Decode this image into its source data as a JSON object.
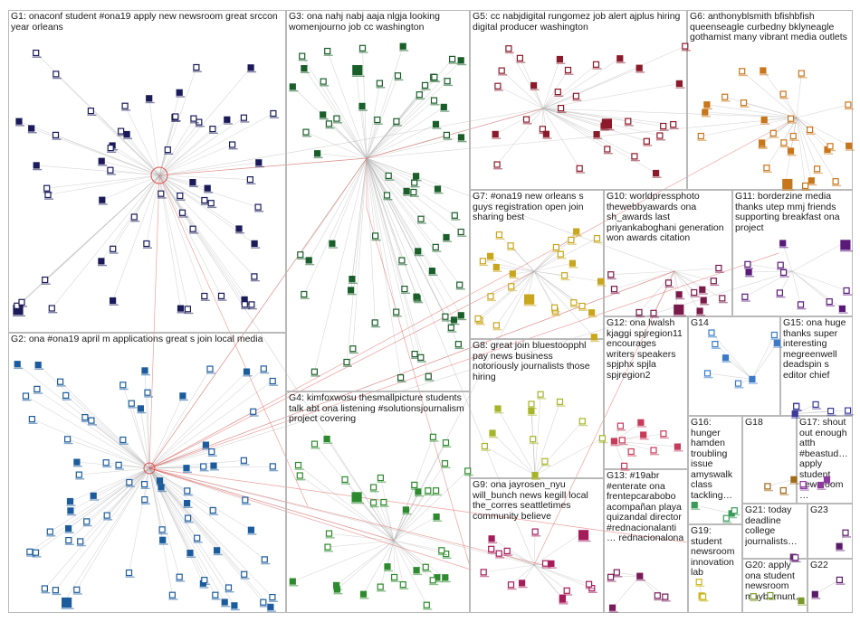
{
  "graph": {
    "background": "#ffffff",
    "edge_color": "#b8b8b8",
    "highlight_edge_color": "#e0524f",
    "groups": [
      {
        "id": "G1",
        "label": "G1: onaconf student #ona19 apply new newsroom great srccon year orleans",
        "color": "#1b1b5a",
        "count": 62
      },
      {
        "id": "G2",
        "label": "G2: ona #ona19 april m applications great s join local media",
        "color": "#1d5c9c",
        "count": 78
      },
      {
        "id": "G3",
        "label": "G3: ona nahj nabj aaja nlgja looking womenjourno job cc washington",
        "color": "#1a5e2a",
        "count": 70
      },
      {
        "id": "G4",
        "label": "G4: kimfoxwosu thesmallpicture students talk abt ona listening #solutionsjournalism project covering",
        "color": "#2e8a2e",
        "count": 38
      },
      {
        "id": "G5",
        "label": "G5: cc nabjdigital rungomez job alert ajplus hiring digital producer washington",
        "color": "#8b1a2a",
        "count": 32
      },
      {
        "id": "G6",
        "label": "G6: anthonyblsmith bfishbfish queenseagle curbedny bklyneagle gothamist many vibrant media outlets",
        "color": "#c7761c",
        "count": 28
      },
      {
        "id": "G7",
        "label": "G7: #ona19 new orleans s guys registration open join sharing best",
        "color": "#c9a61c",
        "count": 26
      },
      {
        "id": "G8",
        "label": "G8: great join bluestoopphl pay news business notoriously journalists those hiring",
        "color": "#a6b52a",
        "count": 12
      },
      {
        "id": "G9",
        "label": "G9: ona jayrosen_nyu will_bunch news kegill local the_corres seattletimes community believe",
        "color": "#a41c5a",
        "count": 16
      },
      {
        "id": "G10",
        "label": "G10: worldpressphoto thewebbyawards ona sh_awards last priyankaboghani generation won awards citation",
        "color": "#7a1a4a",
        "count": 14
      },
      {
        "id": "G11",
        "label": "G11: borderzine media thanks utep mmj friends supporting breakfast ona project",
        "color": "#5a1a7a",
        "count": 12
      },
      {
        "id": "G12",
        "label": "G12: ona lwalsh kjaggi spjregion11 encourages writers speakers spjphx spjla spjregion2",
        "color": "#c93a5a",
        "count": 10
      },
      {
        "id": "G13",
        "label": "G13: #19abr #enterate ona frentepcarabobo acompañan playa quizandal director #rednacionalanti… rednacionalona",
        "color": "#7a1a5a",
        "count": 6
      },
      {
        "id": "G14",
        "label": "G14",
        "color": "#3a7ac9",
        "count": 8
      },
      {
        "id": "G15",
        "label": "G15: ona huge thanks super interesting megreenwell deadspin s editor chief",
        "color": "#3a3a9a",
        "count": 6
      },
      {
        "id": "G16",
        "label": "G16: hunger hamden troubling issue amyswalk class tackling…",
        "color": "#3a9a5a",
        "count": 4
      },
      {
        "id": "G17",
        "label": "G17: shout out enough atth #beastud… apply student newsroom…",
        "color": "#8a3a9a",
        "count": 4
      },
      {
        "id": "G18",
        "label": "G18",
        "color": "#a06a1a",
        "count": 3
      },
      {
        "id": "G19",
        "label": "G19: student newsroom innovation lab",
        "color": "#c9b41c",
        "count": 3
      },
      {
        "id": "G20",
        "label": "G20: apply ona student newsroom maybornunt…",
        "color": "#7a9a2a",
        "count": 3
      },
      {
        "id": "G21",
        "label": "G21: today deadline college journalists…",
        "color": "#6a2a7a",
        "count": 2
      },
      {
        "id": "G22",
        "label": "G22",
        "color": "#5a1a6a",
        "count": 2
      },
      {
        "id": "G23",
        "label": "G23",
        "color": "#5a1a6a",
        "count": 2
      }
    ]
  }
}
